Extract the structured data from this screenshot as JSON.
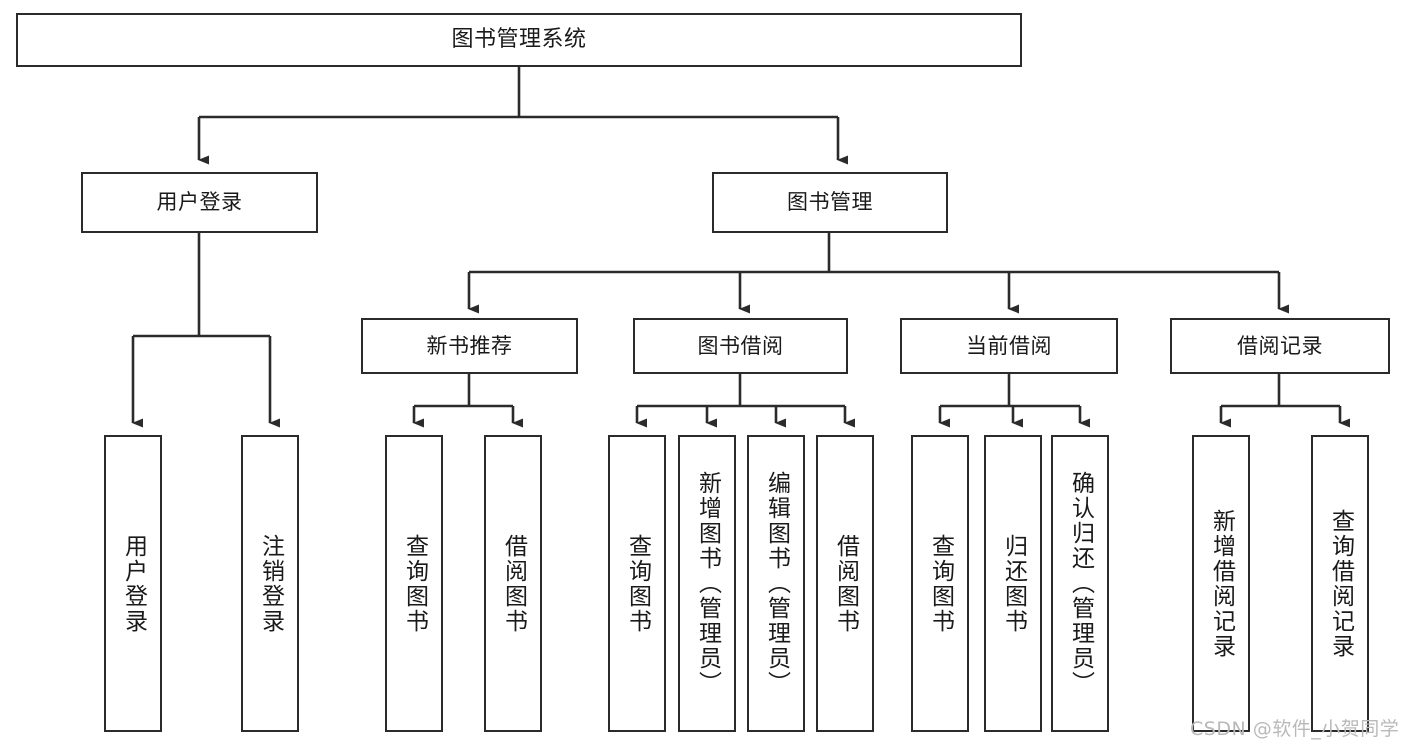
{
  "diagram": {
    "type": "tree-hierarchy",
    "title": "图书管理系统",
    "watermark": "CSDN @软件_小贺同学",
    "colors": {
      "box_border": "#2b2b2b",
      "box_fill": "#ffffff",
      "edge": "#2b2b2b",
      "text": "#1a1a1a",
      "watermark": "#b9b9b9",
      "background": "#ffffff"
    },
    "root": {
      "label": "图书管理系统"
    },
    "level1": [
      {
        "label": "用户登录"
      },
      {
        "label": "图书管理"
      }
    ],
    "level2": [
      {
        "label": "新书推荐"
      },
      {
        "label": "图书借阅"
      },
      {
        "label": "当前借阅"
      },
      {
        "label": "借阅记录"
      }
    ],
    "leaves": {
      "user_login": [
        {
          "label": "用户登录"
        },
        {
          "label": "注销登录"
        }
      ],
      "new_book_recommend": [
        {
          "label": "查询图书"
        },
        {
          "label": "借阅图书"
        }
      ],
      "book_borrow": [
        {
          "label": "查询图书"
        },
        {
          "label": "新增图书（管理员）"
        },
        {
          "label": "编辑图书（管理员）"
        },
        {
          "label": "借阅图书"
        }
      ],
      "current_borrow": [
        {
          "label": "查询图书"
        },
        {
          "label": "归还图书"
        },
        {
          "label": "确认归还（管理员）"
        }
      ],
      "borrow_record": [
        {
          "label": "新增借阅记录"
        },
        {
          "label": "查询借阅记录"
        }
      ]
    }
  }
}
